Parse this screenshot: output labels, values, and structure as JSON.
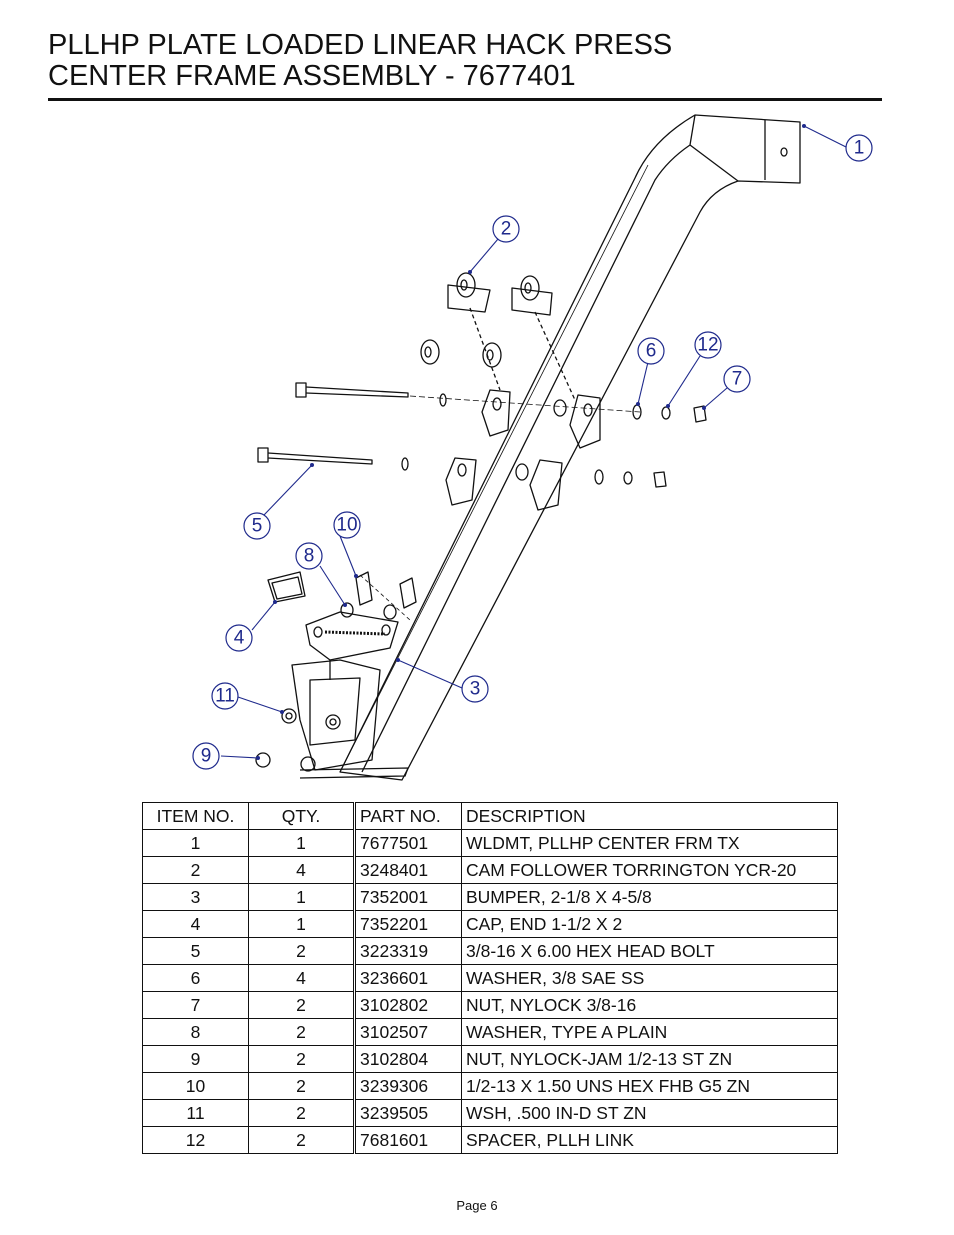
{
  "title": {
    "line1": "PLLHP PLATE LOADED LINEAR HACK PRESS",
    "line2": "CENTER FRAME ASSEMBLY - 7677401"
  },
  "callouts": [
    "1",
    "2",
    "3",
    "4",
    "5",
    "6",
    "7",
    "8",
    "9",
    "10",
    "11",
    "12"
  ],
  "table": {
    "headers": {
      "item": "ITEM NO.",
      "qty": "QTY.",
      "part": "PART NO.",
      "desc": "DESCRIPTION"
    },
    "rows": [
      {
        "item": "1",
        "qty": "1",
        "part": "7677501",
        "desc": "WLDMT, PLLHP CENTER FRM TX"
      },
      {
        "item": "2",
        "qty": "4",
        "part": "3248401",
        "desc": "CAM FOLLOWER TORRINGTON YCR-20"
      },
      {
        "item": "3",
        "qty": "1",
        "part": "7352001",
        "desc": "BUMPER, 2-1/8 X 4-5/8"
      },
      {
        "item": "4",
        "qty": "1",
        "part": "7352201",
        "desc": "CAP, END 1-1/2 X 2"
      },
      {
        "item": "5",
        "qty": "2",
        "part": "3223319",
        "desc": "3/8-16 X 6.00 HEX HEAD BOLT"
      },
      {
        "item": "6",
        "qty": "4",
        "part": "3236601",
        "desc": "WASHER, 3/8 SAE SS"
      },
      {
        "item": "7",
        "qty": "2",
        "part": "3102802",
        "desc": "NUT, NYLOCK 3/8-16"
      },
      {
        "item": "8",
        "qty": "2",
        "part": "3102507",
        "desc": "WASHER, TYPE A PLAIN"
      },
      {
        "item": "9",
        "qty": "2",
        "part": "3102804",
        "desc": "NUT, NYLOCK-JAM 1/2-13 ST ZN"
      },
      {
        "item": "10",
        "qty": "2",
        "part": "3239306",
        "desc": "1/2-13 X 1.50 UNS HEX FHB G5 ZN"
      },
      {
        "item": "11",
        "qty": "2",
        "part": "3239505",
        "desc": "WSH,  .500 IN-D ST ZN"
      },
      {
        "item": "12",
        "qty": "2",
        "part": "7681601",
        "desc": "SPACER, PLLH LINK"
      }
    ]
  },
  "footer": {
    "page": "Page 6"
  },
  "colors": {
    "callout": "#1f2a8c",
    "line": "#111111"
  }
}
